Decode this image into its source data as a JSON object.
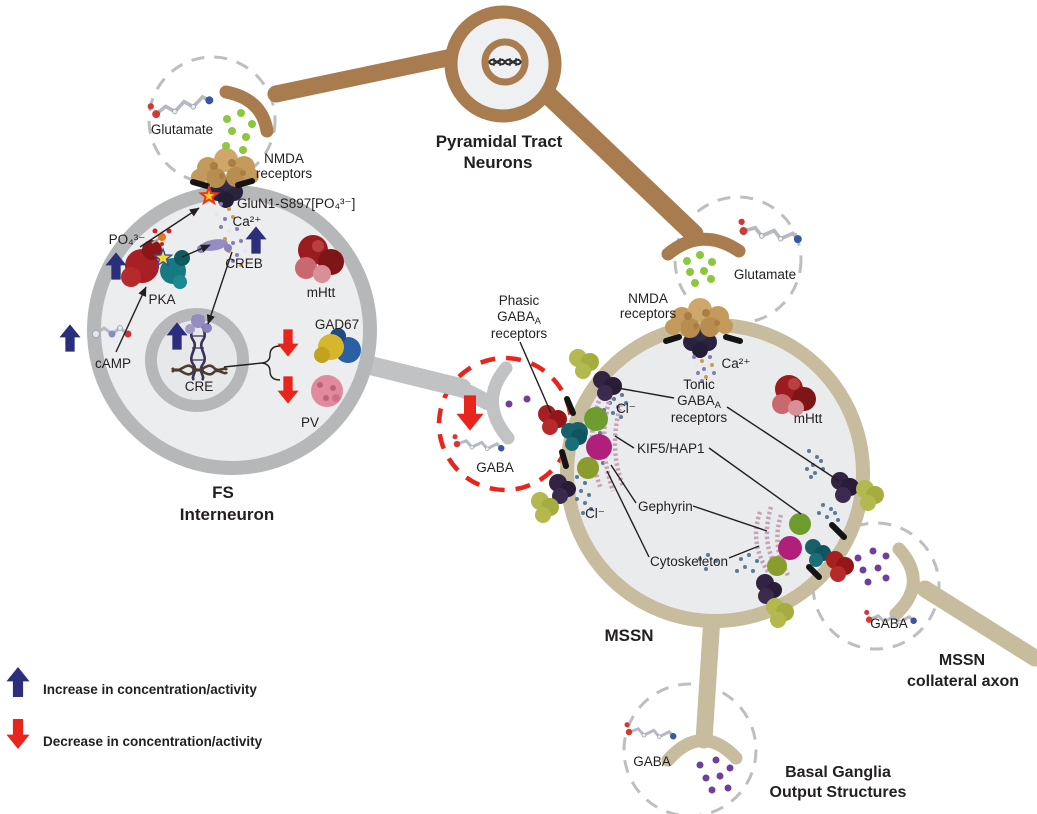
{
  "legend": {
    "increase": "Increase in concentration/activity",
    "decrease": "Decrease in concentration/activity"
  },
  "regions": {
    "fs1": "FS",
    "fs2": "Interneuron",
    "pyr1": "Pyramidal Tract",
    "pyr2": "Neurons",
    "mssn": "MSSN",
    "collat1": "MSSN",
    "collat2": "collateral axon",
    "basal1": "Basal Ganglia",
    "basal2": "Output Structures"
  },
  "labels": {
    "glutamate_left": "Glutamate",
    "glutamate_right": "Glutamate",
    "nmda1": "NMDA",
    "nmda2": "receptors",
    "glun1": "GluN1-S897[PO₄³⁻]",
    "ca": "Ca²⁺",
    "po4": "PO₄³⁻",
    "pka": "PKA",
    "creb": "CREB",
    "camp": "cAMP",
    "cre": "CRE",
    "mhtt": "mHtt",
    "gad67": "GAD67",
    "pv": "PV",
    "phasic1": "Phasic",
    "gaba_word": "GABA",
    "gaba_sub": "A",
    "phasic3": "receptors",
    "tonic1": "Tonic",
    "tonic3": "receptors",
    "cl": "Cl⁻",
    "kif5": "KIF5/HAP1",
    "gephyrin": "Gephyrin",
    "cytoskeleton": "Cytoskeleton",
    "gaba": "GABA"
  },
  "colors": {
    "fs_membrane": "#b5b7b9",
    "mssn_membrane": "#c7bc9d",
    "pyramidal_brown": "#a97c50",
    "increase_arrow": "#2b2d7d",
    "decrease_arrow": "#e8251d",
    "glutamate_dot": "#8dc63f",
    "gaba_dot": "#6f3f9e",
    "cytoplasm": "#ebecee"
  }
}
